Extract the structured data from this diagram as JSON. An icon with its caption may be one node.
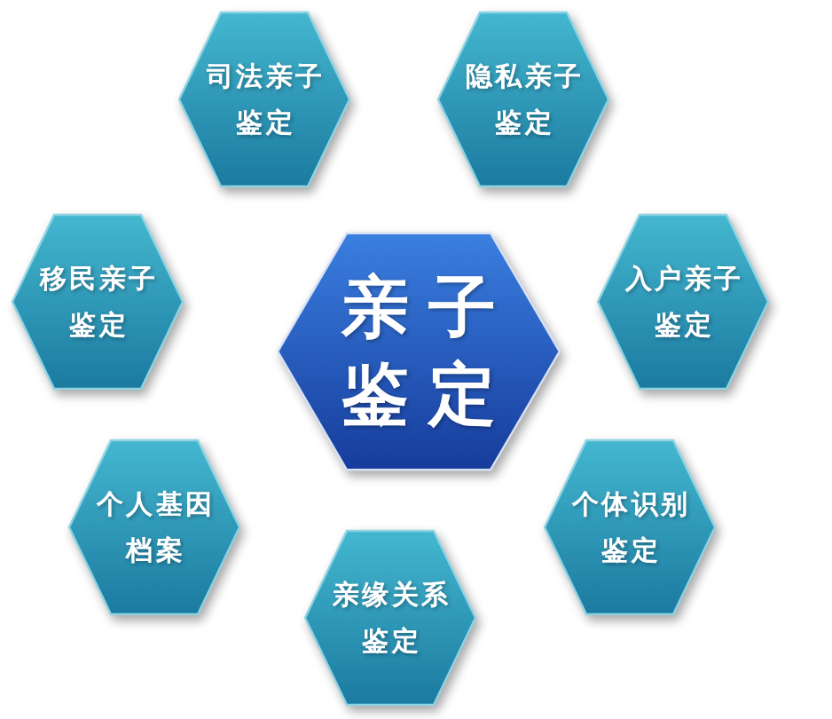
{
  "diagram": {
    "nodes": [
      {
        "text": [
          "司法亲子鉴定"
        ]
      },
      {
        "text": [
          "隐私亲子鉴定"
        ]
      },
      {
        "text": [
          "移民亲子鉴定"
        ]
      },
      {
        "text": [
          "亲子鉴定"
        ]
      },
      {
        "text": [
          "入户亲子鉴定"
        ]
      },
      {
        "text": [
          "个人基因档案"
        ]
      },
      {
        "text": [
          "个体识别鉴定"
        ]
      },
      {
        "text": [
          "亲缘关系鉴定"
        ]
      }
    ]
  }
}
